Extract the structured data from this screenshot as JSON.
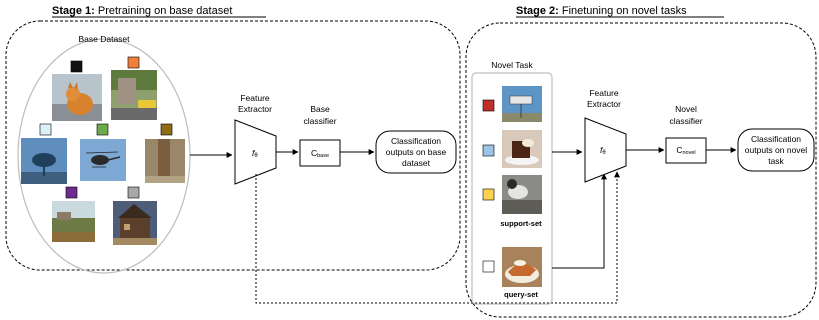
{
  "stage1": {
    "title_bold": "Stage 1:",
    "title_rest": " Pretraining on base dataset",
    "base_dataset_label": "Base Dataset",
    "feature_extractor_line1": "Feature",
    "feature_extractor_line2": "Extractor",
    "f_symbol": "f",
    "f_sub": "θ",
    "base_classifier_line1": "Base",
    "base_classifier_line2": "classifier",
    "c_symbol": "C",
    "c_sub": "base",
    "output_line1": "Classification",
    "output_line2": "outputs on base",
    "output_line3": "dataset"
  },
  "stage2": {
    "title_bold": "Stage 2:",
    "title_rest": " Finetuning on novel tasks",
    "novel_task_label": "Novel Task",
    "support_set_label": "support-set",
    "query_set_label": "query-set",
    "feature_extractor_line1": "Feature",
    "feature_extractor_line2": "Extractor",
    "f_symbol": "f",
    "f_sub": "θ",
    "novel_classifier_line1": "Novel",
    "novel_classifier_line2": "classifier",
    "c_symbol": "C",
    "c_sub": "novel",
    "output_line1": "Classification",
    "output_line2": "outputs on novel",
    "output_line3": "task"
  },
  "colors": {
    "base_swatches": [
      "#111111",
      "#f07f3a",
      "#d9f1f7",
      "#6aaa4a",
      "#8e6d14",
      "#6e2a8f",
      "#a8a8a8"
    ],
    "support_swatches": [
      "#c0302a",
      "#9dc3e6",
      "#ffd24d"
    ],
    "query_swatch": "#ffffff"
  },
  "icons": {
    "base_images": [
      "cat-photo",
      "street-car-photo",
      "tree-photo",
      "helicopter-photo",
      "tree-trunk-photo",
      "field-photo",
      "house-photo"
    ],
    "support_images": [
      "billboard-photo",
      "dessert-photo",
      "dog-photo"
    ],
    "query_image": "pie-photo"
  }
}
